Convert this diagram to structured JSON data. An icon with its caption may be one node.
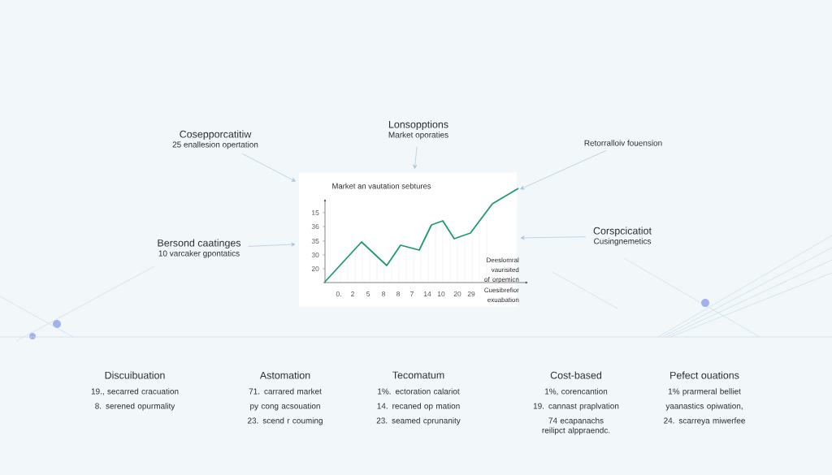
{
  "diagram": {
    "nodes": [
      {
        "text": [
          "Cosepporcatitiw",
          "25 enallesion opertation"
        ]
      },
      {
        "text": [
          "Lonsopptions",
          "Market oporaties"
        ]
      },
      {
        "text": [
          "Retorralloiv fouension"
        ]
      },
      {
        "text": [
          "Bersond caatinges",
          "10 varcaker gpontatics"
        ]
      },
      {
        "text": [
          "Corspcicatiot",
          "Cusingnemetics"
        ]
      },
      {
        "text": [
          "Market an vautation sebtures"
        ]
      }
    ],
    "edges": [
      {
        "from": 0,
        "to": 5,
        "arrow": "to"
      },
      {
        "from": 1,
        "to": 5,
        "arrow": "to"
      },
      {
        "from": 2,
        "to": 5,
        "arrow": "to"
      },
      {
        "from": 3,
        "to": 5,
        "arrow": "to"
      },
      {
        "from": 4,
        "to": 5,
        "arrow": "to"
      }
    ],
    "labels": [
      "15",
      "36",
      "35",
      "30",
      "20",
      "0.",
      "2",
      "5",
      "8",
      "8",
      "7",
      "14",
      "10",
      "20",
      "29",
      "Deeslomral vaurisited of orpemicn",
      "Cuesibrefior exuabation",
      "Discuibuation",
      "19., secarred cracuation",
      "8. serened opurmality",
      "Astomation",
      "71. carrared market",
      "py cong acsouation",
      "23. scend r couming",
      "Tecomatum",
      "1%. ectoration calariot",
      "14. recaned op mation",
      "23. seamed cprunanity",
      "Cost-based",
      "1%, corencantion",
      "19. cannast praplvation",
      "74 ecapanachs reilipct alppraendc.",
      "Pefect ouations",
      "1% prarmeral belliet",
      "yaanastics opiwation,",
      "24. scarreya miwerfee"
    ]
  }
}
